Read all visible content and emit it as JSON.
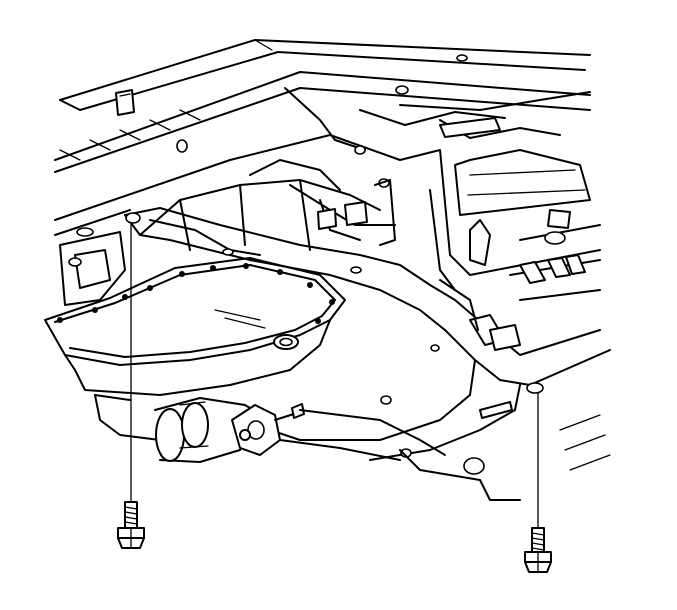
{
  "figure": {
    "description_text": "",
    "colors": {
      "line": "#000000",
      "background": "#ffffff"
    },
    "parts": [
      {
        "name": "crossmember",
        "icon": "crossmember-icon"
      },
      {
        "name": "transmission-oil-pan",
        "icon": "oil-pan-icon"
      },
      {
        "name": "exhaust-pipe",
        "icon": "exhaust-pipe-icon"
      },
      {
        "name": "bolt-left",
        "icon": "bolt-icon"
      },
      {
        "name": "bolt-right",
        "icon": "bolt-icon"
      }
    ]
  }
}
